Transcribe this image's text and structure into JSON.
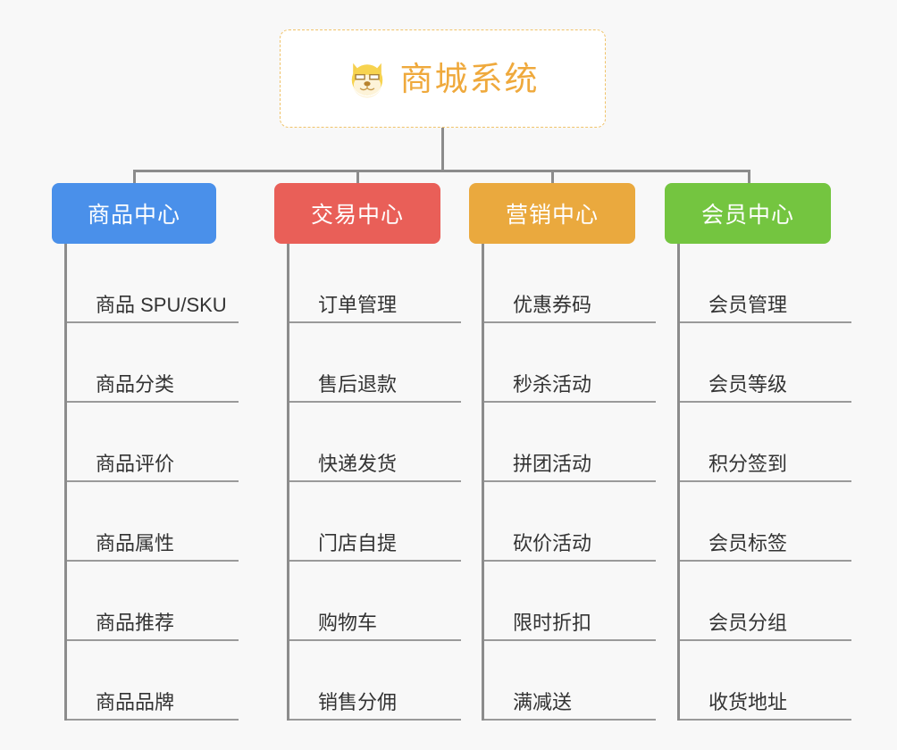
{
  "background_color": "#f8f8f8",
  "root": {
    "title": "商城系统",
    "icon": "shiba-dog-icon",
    "text_color": "#efa93c",
    "border_color": "#f0c36a",
    "background_color": "#ffffff"
  },
  "connector_color": "#8c8c8c",
  "categories": [
    {
      "label": "商品中心",
      "color": "#4a90ea",
      "items": [
        "商品 SPU/SKU",
        "商品分类",
        "商品评价",
        "商品属性",
        "商品推荐",
        "商品品牌"
      ]
    },
    {
      "label": "交易中心",
      "color": "#e95f58",
      "items": [
        "订单管理",
        "售后退款",
        "快递发货",
        "门店自提",
        "购物车",
        "销售分佣"
      ]
    },
    {
      "label": "营销中心",
      "color": "#eaa93e",
      "items": [
        "优惠券码",
        "秒杀活动",
        "拼团活动",
        "砍价活动",
        "限时折扣",
        "满减送"
      ]
    },
    {
      "label": "会员中心",
      "color": "#74c540",
      "items": [
        "会员管理",
        "会员等级",
        "积分签到",
        "会员标签",
        "会员分组",
        "收货地址"
      ]
    }
  ]
}
